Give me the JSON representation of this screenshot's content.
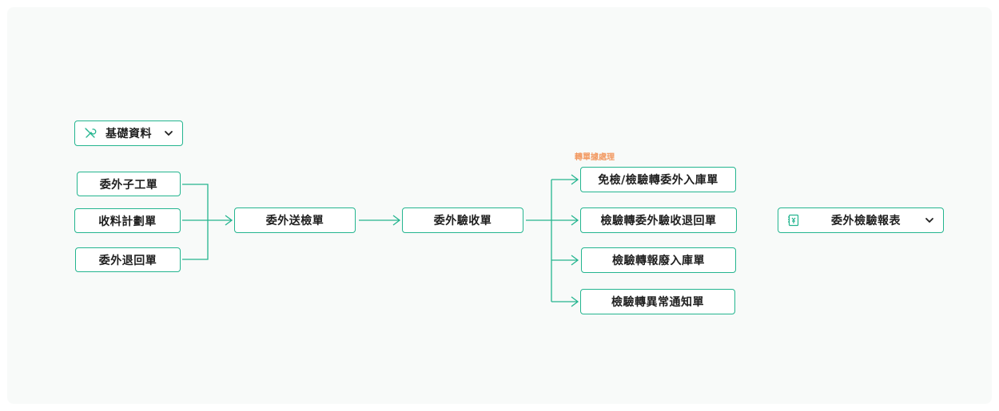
{
  "colors": {
    "accent": "#24b58f",
    "subtitle": "#f29a63",
    "panel_bg": "#f8faf9",
    "text": "#1f1f1f"
  },
  "basic_data": {
    "label": "基礎資料",
    "icon": "tools-icon",
    "expand_icon": "chevron-down-icon"
  },
  "sources": [
    {
      "label": "委外子工單"
    },
    {
      "label": "收料計劃單"
    },
    {
      "label": "委外退回單"
    }
  ],
  "flow": {
    "send_inspect": {
      "label": "委外送檢單"
    },
    "receive_inspect": {
      "label": "委外驗收單"
    }
  },
  "conversion": {
    "title": "轉單據處理",
    "targets": [
      {
        "label": "免檢/檢驗轉委外入庫單"
      },
      {
        "label": "檢驗轉委外驗收退回單"
      },
      {
        "label": "檢驗轉報廢入庫單"
      },
      {
        "label": "檢驗轉異常通知單"
      }
    ]
  },
  "report": {
    "label": "委外檢驗報表",
    "icon": "report-icon",
    "expand_icon": "chevron-down-icon"
  }
}
